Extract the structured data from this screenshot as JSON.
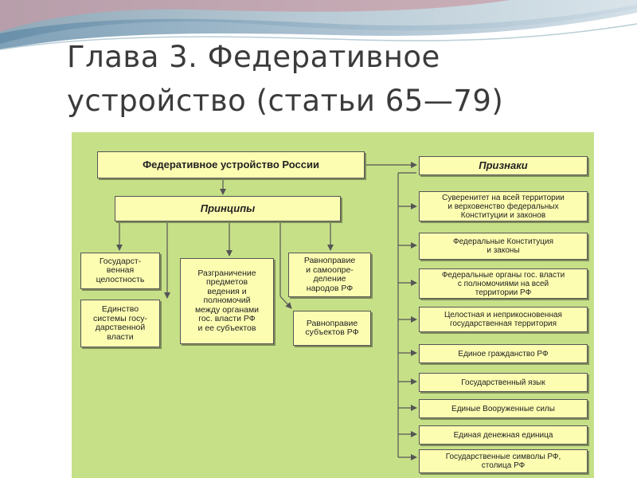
{
  "slide": {
    "title_line1": "Глава 3. Федеративное",
    "title_line2": "устройство (статьи 65—79)"
  },
  "diagram": {
    "main": "Федеративное устройство России",
    "principles_header": "Принципы",
    "signs_header": "Признаки",
    "principles": [
      "Государст-\nвенная\nцелостность",
      "Единство\nсистемы госу-\nдарственной\nвласти",
      "Разграничение\nпредметов\nведения и\nполномочий\nмежду органами\nгос. власти РФ\nи ее субъектов",
      "Равноправие\nи самоопре-\nделение\nнародов РФ",
      "Равноправие\nсубъектов РФ"
    ],
    "signs": [
      "Суверенитет на всей территории\nи верховенство федеральных\nКонституции и законов",
      "Федеральные Конституция\nи законы",
      "Федеральные органы гос. власти\nс полномочиями на всей\nтерритории РФ",
      "Целостная и неприкосновенная\nгосударственная территория",
      "Единое гражданство РФ",
      "Государственный язык",
      "Единые Вооруженные силы",
      "Единая денежная единица",
      "Государственные символы РФ,\nстолица РФ"
    ],
    "colors": {
      "background": "#c6e088",
      "box_fill": "#fdfdb2",
      "line": "#555555"
    }
  }
}
